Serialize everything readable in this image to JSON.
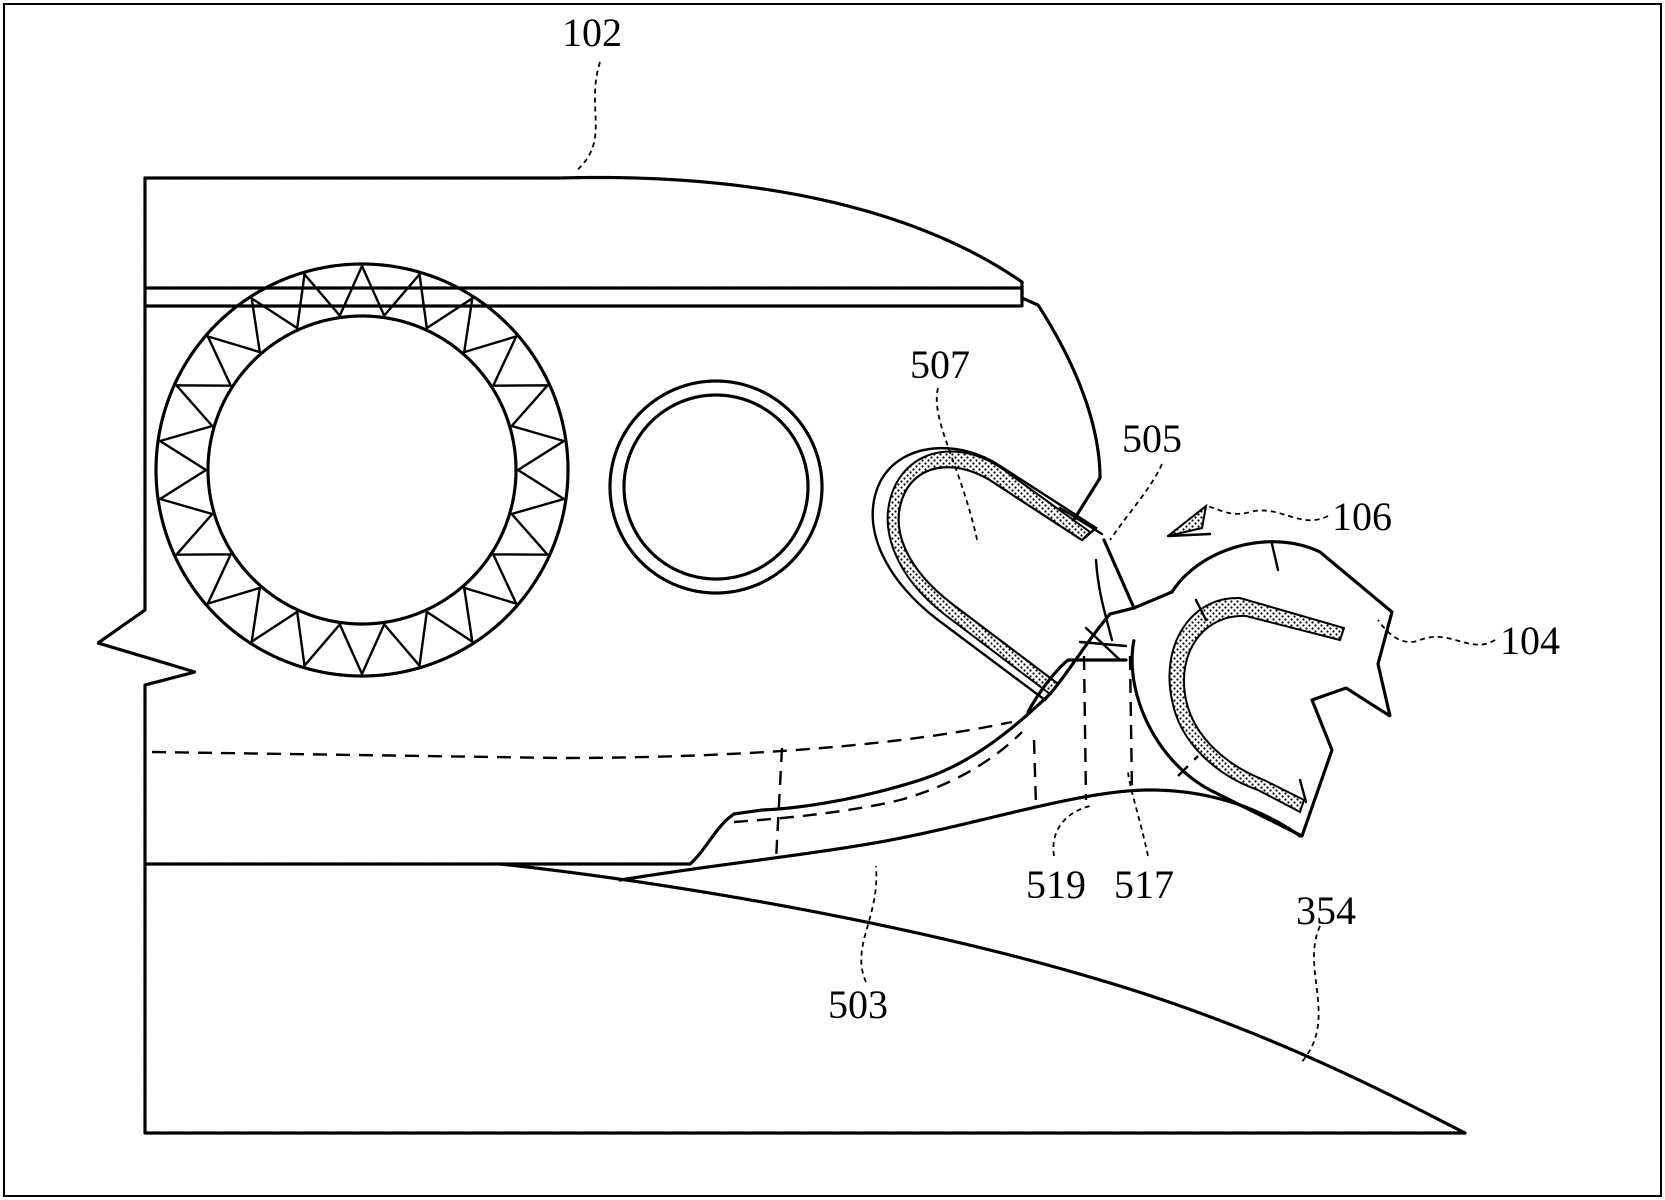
{
  "diagram": {
    "labels": {
      "housing": "102",
      "connector": "104",
      "arrow": "106",
      "flange": "503",
      "neck": "505",
      "lobe": "507",
      "ridge_a": "517",
      "ridge_b": "519",
      "surface": "354"
    },
    "colors": {
      "stroke": "#000000",
      "background": "#ffffff"
    }
  }
}
